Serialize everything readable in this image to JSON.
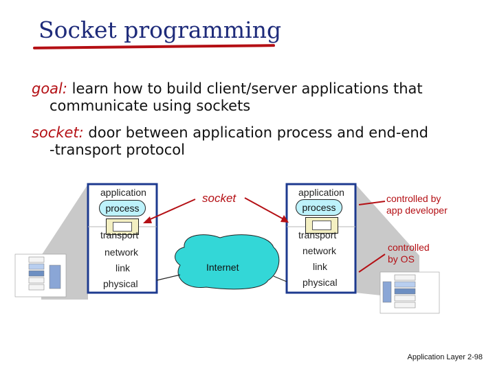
{
  "title": "Socket programming",
  "goal": {
    "term": "goal:",
    "line1": " learn how to build client/server applications that",
    "line2": "communicate using sockets"
  },
  "socket_def": {
    "term": "socket:",
    "line1": " door between application process and end-end",
    "line2": "-transport protocol"
  },
  "left_host": {
    "application": "application",
    "process": "process",
    "transport": "transport",
    "network": "network",
    "link": "link",
    "physical": "physical"
  },
  "right_host": {
    "application": "application",
    "process": "process",
    "transport": "transport",
    "network": "network",
    "link": "link",
    "physical": "physical"
  },
  "socket_label": "socket",
  "internet_label": "Internet",
  "controlled_app": {
    "line1": "controlled by",
    "line2": "app developer"
  },
  "controlled_os": {
    "line1": "controlled",
    "line2": "by OS"
  },
  "footer": "Application Layer 2-98",
  "colors": {
    "title": "#1e2b7a",
    "accent": "#b40f14",
    "pill": "#bdf2fb",
    "cloud": "#33d7d7",
    "panel_border": "#1d3a8f"
  }
}
